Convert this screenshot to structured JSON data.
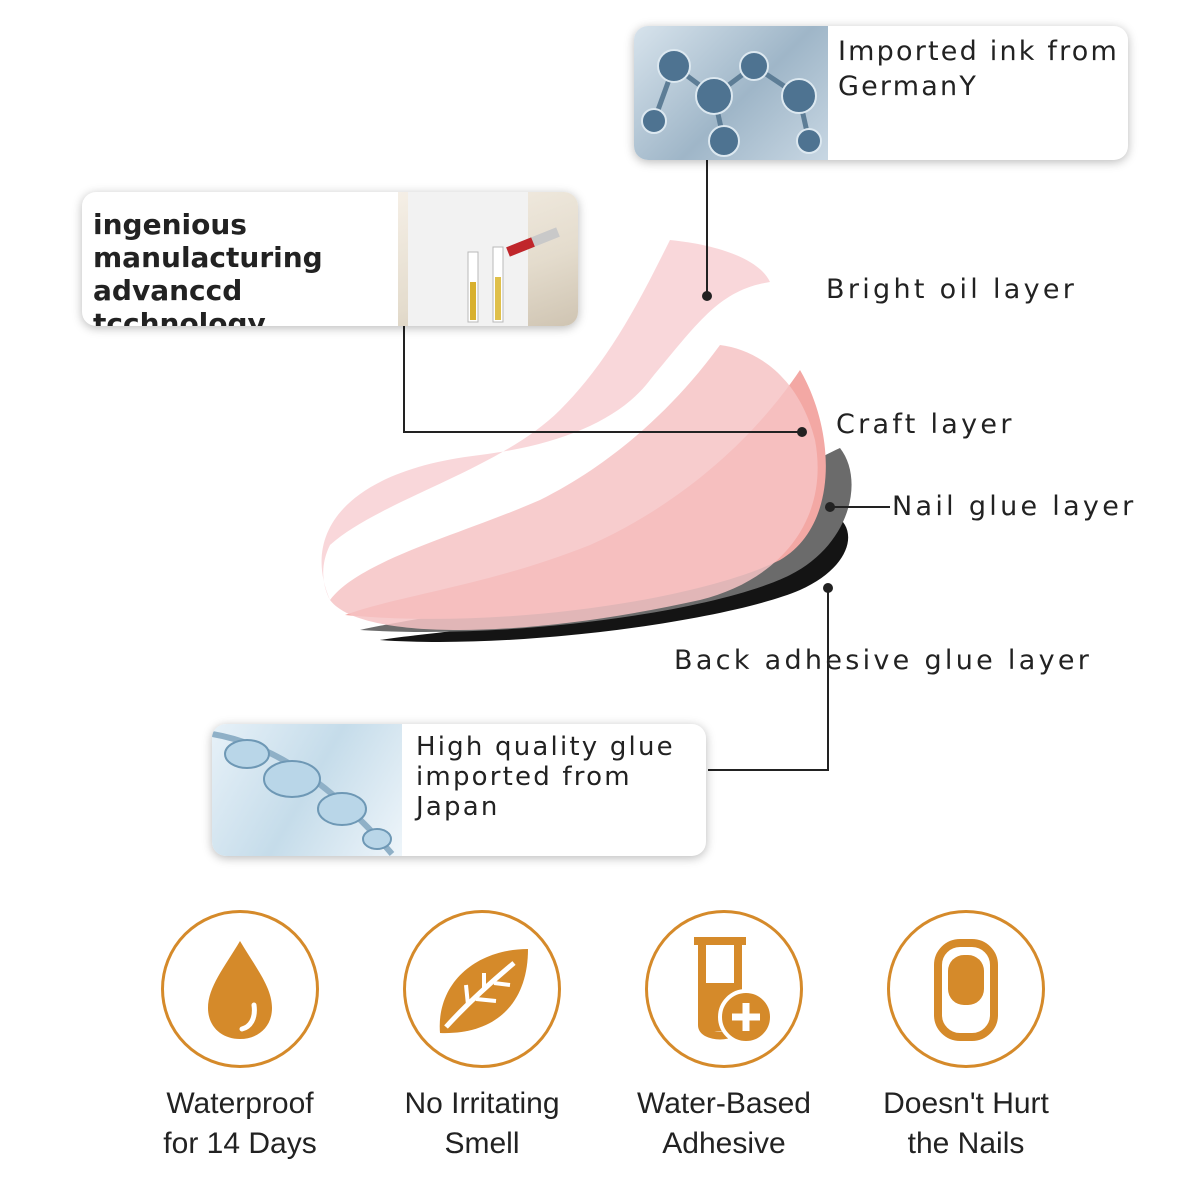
{
  "callouts": {
    "ink": {
      "text": "Imported ink from GermanY",
      "image_icon": "molecule-icon"
    },
    "technology": {
      "text": "ingenious manulacturing advanccd tcchnology",
      "image_icon": "lab-coat-test-tube-icon"
    },
    "glue": {
      "text": "High quality glue imported from Japan",
      "image_icon": "bubble-droplet-icon"
    }
  },
  "layers": [
    {
      "label": "Bright oil layer",
      "color": "#f7dadc"
    },
    {
      "label": "Craft layer",
      "color": "#f3a8a4"
    },
    {
      "label": "Nail glue layer",
      "color": "#6b6b6b"
    },
    {
      "label": "Back adhesive glue layer",
      "color": "#111111"
    }
  ],
  "features": [
    {
      "icon": "water-drop-icon",
      "line1": "Waterproof",
      "line2": "for 14 Days"
    },
    {
      "icon": "leaf-icon",
      "line1": "No Irritating",
      "line2": "Smell"
    },
    {
      "icon": "beaker-plus-icon",
      "line1": "Water-Based",
      "line2": "Adhesive"
    },
    {
      "icon": "nail-icon",
      "line1": "Doesn't Hurt",
      "line2": "the Nails"
    }
  ],
  "colors": {
    "accent": "#d58a2a",
    "text": "#222222"
  }
}
